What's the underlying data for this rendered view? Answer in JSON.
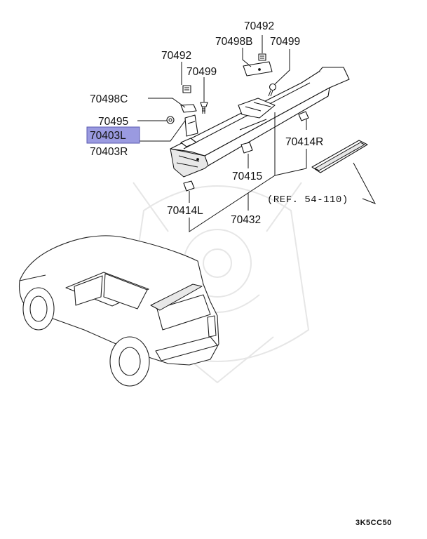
{
  "labels": {
    "l70492_top": "70492",
    "l70498B": "70498B",
    "l70499_top": "70499",
    "l70492_left": "70492",
    "l70499_left": "70499",
    "l70498C": "70498C",
    "l70495": "70495",
    "l70403L": "70403L",
    "l70403R": "70403R",
    "l70414R": "70414R",
    "l70415": "70415",
    "l70414L": "70414L",
    "l70432": "70432",
    "ref": "(REF. 54-110)"
  },
  "highlight_color": "#9a9ae0",
  "code": "3K5CC50"
}
